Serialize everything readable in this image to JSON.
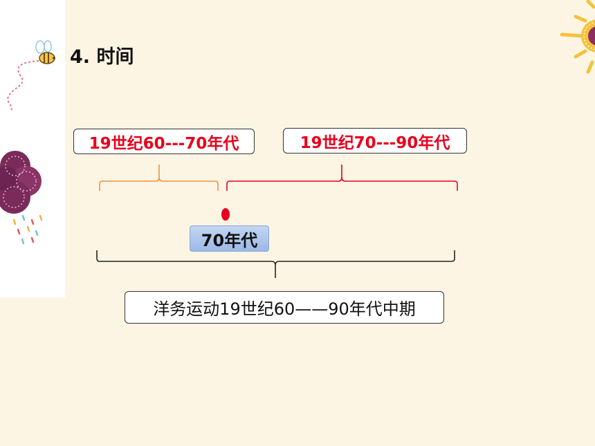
{
  "slide": {
    "title": "4. 时间",
    "period_early": "19世纪60---70年代",
    "period_late": "19世纪70---90年代",
    "marker_label": "70年代",
    "summary": "洋务运动19世纪60——90年代中期"
  },
  "colors": {
    "background": "#fdf5e4",
    "early_bracket": "#f0913c",
    "late_bracket": "#e8001c",
    "marker_dot": "#e8001c",
    "main_bracket": "#222222"
  }
}
